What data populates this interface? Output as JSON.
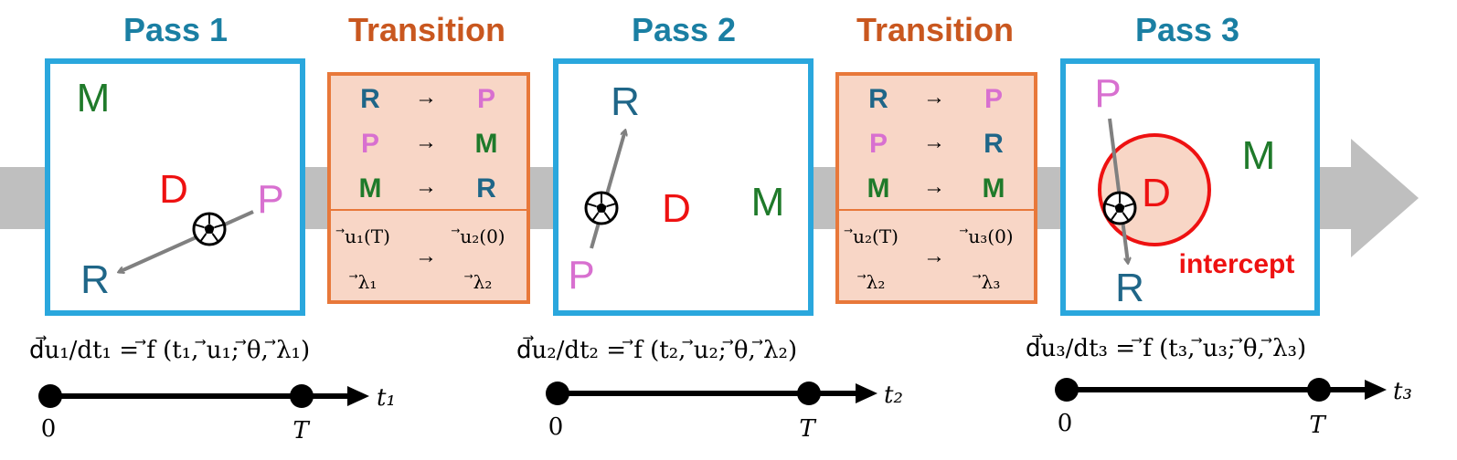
{
  "colors": {
    "pass": "#1a7fa3",
    "pass_border": "#2aa7dd",
    "transition": "#c9571f",
    "transition_border": "#e8783a",
    "transition_fill": "#f8d6c6",
    "arrow_gray": "#bfbfbf",
    "R": "#1f6688",
    "P": "#d870d0",
    "M": "#1f7a2a",
    "D": "#ee1111",
    "intercept": "#ee1111"
  },
  "panels": [
    {
      "title": "Pass 1",
      "letters": {
        "M": "M",
        "D": "D",
        "P": "P",
        "R": "R"
      },
      "equation": {
        "lhs": "d⃗u₁/dt₁ = ",
        "rhs": "⃗f (t₁, ⃗u₁; ⃗θ, ⃗λ₁)"
      },
      "timeline": {
        "start": "0",
        "end": "T",
        "axis": "t₁"
      }
    },
    {
      "title": "Pass 2",
      "letters": {
        "R": "R",
        "D": "D",
        "M": "M",
        "P": "P"
      },
      "equation": {
        "lhs": "d⃗u₂/dt₂ = ",
        "rhs": "⃗f (t₂, ⃗u₂; ⃗θ, ⃗λ₂)"
      },
      "timeline": {
        "start": "0",
        "end": "T",
        "axis": "t₂"
      }
    },
    {
      "title": "Pass 3",
      "letters": {
        "P": "P",
        "D": "D",
        "M": "M",
        "R": "R"
      },
      "intercept": "intercept",
      "equation": {
        "lhs": "d⃗u₃/dt₃ = ",
        "rhs": "⃗f (t₃, ⃗u₃; ⃗θ, ⃗λ₃)"
      },
      "timeline": {
        "start": "0",
        "end": "T",
        "axis": "t₃"
      }
    }
  ],
  "transitions": [
    {
      "title": "Transition",
      "swaps": [
        [
          "R",
          "P"
        ],
        [
          "P",
          "M"
        ],
        [
          "M",
          "R"
        ]
      ],
      "state": [
        [
          "⃗u₁(T)",
          "⃗u₂(0)"
        ],
        [
          "⃗λ₁",
          "⃗λ₂"
        ]
      ],
      "arrow": "→"
    },
    {
      "title": "Transition",
      "swaps": [
        [
          "R",
          "P"
        ],
        [
          "P",
          "R"
        ],
        [
          "M",
          "M"
        ]
      ],
      "state": [
        [
          "⃗u₂(T)",
          "⃗u₃(0)"
        ],
        [
          "⃗λ₂",
          "⃗λ₃"
        ]
      ],
      "arrow": "→"
    }
  ]
}
